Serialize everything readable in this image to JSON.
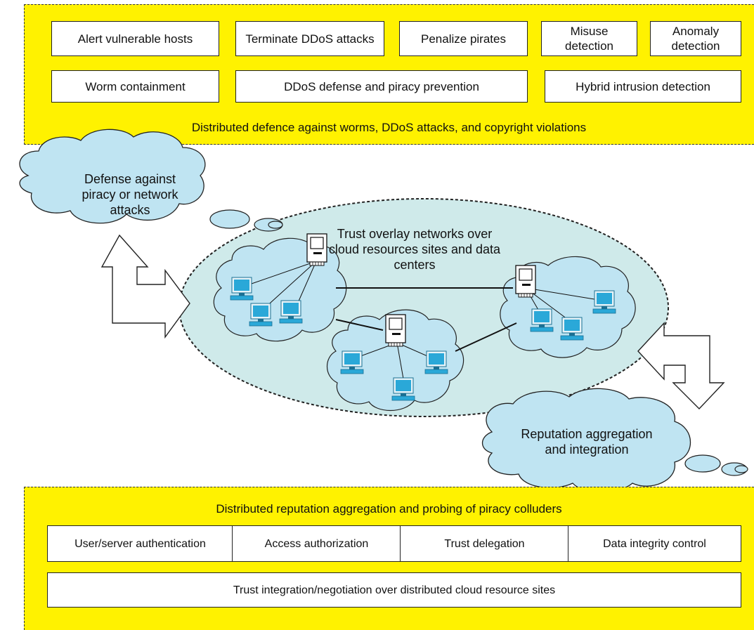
{
  "top_panel": {
    "boxes": [
      "Alert vulnerable hosts",
      "Terminate DDoS attacks",
      "Penalize pirates",
      "Misuse detection",
      "Anomaly detection",
      "Worm containment",
      "DDoS defense and piracy prevention",
      "Hybrid intrusion detection"
    ],
    "caption": "Distributed defence against worms, DDoS attacks, and copyright violations"
  },
  "clouds": {
    "defense": "Defense against piracy or network attacks",
    "reputation": "Reputation aggregation and integration"
  },
  "overlay": {
    "label": "Trust overlay networks over cloud resources sites and data centers"
  },
  "bottom_panel": {
    "caption": "Distributed reputation aggregation and probing of piracy colluders",
    "row_boxes": [
      "User/server authentication",
      "Access authorization",
      "Trust delegation",
      "Data integrity control"
    ],
    "wide_box": "Trust integration/negotiation over distributed cloud resource sites"
  },
  "colors": {
    "panel_fill": "#fff200",
    "cloud_fill": "#bfe4f2",
    "ellipse_fill": "#cfeaea",
    "computer_screen": "#2aa8d8"
  },
  "icons": {
    "server": "server-icon",
    "workstation": "computer-icon"
  }
}
